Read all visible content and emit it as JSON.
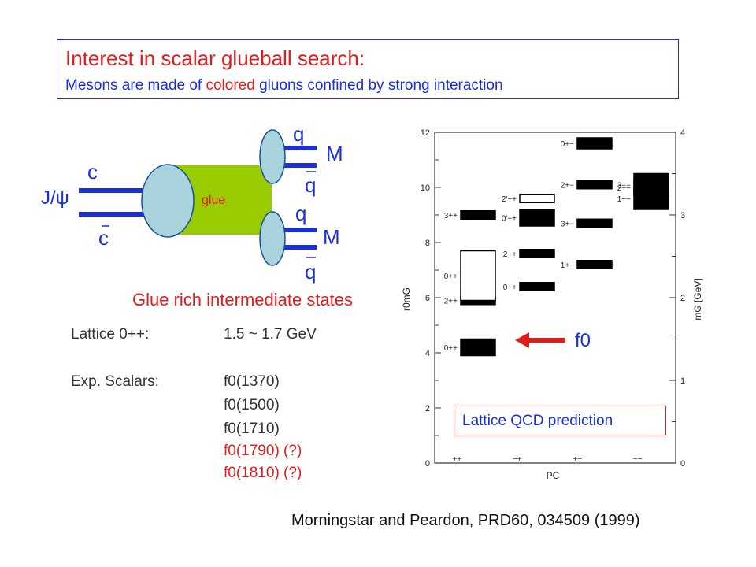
{
  "title": "Interest in scalar glueball search:",
  "subtitle_pre": "Mesons are made of ",
  "subtitle_red": "colored",
  "subtitle_post": " gluons confined by strong interaction",
  "diagram": {
    "jpsi": "J/ψ",
    "c": "c",
    "cbar": "c",
    "glue": "glue",
    "q": "q",
    "qbar": "q",
    "M": "M",
    "caption": "Glue rich intermediate states"
  },
  "lattice": {
    "label": "Lattice 0++:",
    "value": "1.5 ~ 1.7 GeV"
  },
  "scalars": {
    "label": "Exp. Scalars:",
    "items": [
      "f0(1370)",
      "f0(1500)",
      "f0(1710)",
      "f0(1790) (?)",
      "f0(1810) (?)"
    ],
    "highlight_color": "#e31b1b"
  },
  "chart_data": {
    "type": "level-spectrum",
    "ylabel_left": "r0mG",
    "ylabel_right": "mG [GeV]",
    "xlabel": "PC",
    "ylim_left": [
      0,
      12
    ],
    "ylim_right": [
      0,
      4
    ],
    "left_ticks": [
      "0",
      "2",
      "4",
      "6",
      "8",
      "10",
      "12"
    ],
    "right_ticks": [
      "0",
      "1",
      "2",
      "3",
      "4"
    ],
    "columns": [
      "++",
      "−+",
      "+−",
      "−−"
    ],
    "levels": [
      {
        "col": 0,
        "label": "0++",
        "value": 4.2,
        "err": 0.3,
        "filled": true
      },
      {
        "col": 0,
        "label": "2++",
        "value": 5.9,
        "err": 0.15,
        "filled": true
      },
      {
        "col": 0,
        "label": "0++",
        "value": 6.8,
        "err": 0.9,
        "filled": false
      },
      {
        "col": 0,
        "label": "3++",
        "value": 9.0,
        "err": 0.15,
        "filled": true
      },
      {
        "col": 1,
        "label": "0−+",
        "value": 6.4,
        "err": 0.15,
        "filled": true
      },
      {
        "col": 1,
        "label": "2−+",
        "value": 7.6,
        "err": 0.15,
        "filled": true
      },
      {
        "col": 1,
        "label": "0'−+",
        "value": 8.9,
        "err": 0.3,
        "filled": true
      },
      {
        "col": 1,
        "label": "2'−+",
        "value": 9.6,
        "err": 0.15,
        "filled": false
      },
      {
        "col": 2,
        "label": "1+−",
        "value": 7.2,
        "err": 0.15,
        "filled": true
      },
      {
        "col": 2,
        "label": "3+−",
        "value": 8.7,
        "err": 0.15,
        "filled": true
      },
      {
        "col": 2,
        "label": "2+−",
        "value": 10.1,
        "err": 0.15,
        "filled": true
      },
      {
        "col": 2,
        "label": "0+−",
        "value": 11.6,
        "err": 0.2,
        "filled": true
      },
      {
        "col": 3,
        "label": "1−−",
        "value": 9.6,
        "err": 0.4,
        "filled": true
      },
      {
        "col": 3,
        "label": "2−−",
        "value": 10.0,
        "err": 0.3,
        "filled": true
      },
      {
        "col": 3,
        "label": "3−−",
        "value": 10.1,
        "err": 0.4,
        "filled": true
      }
    ]
  },
  "lattice_qcd": "Lattice QCD prediction",
  "f0_label": "f0",
  "citation": "Morningstar and Peardon, PRD60, 034509 (1999)",
  "colors": {
    "blue": "#1a2fd8",
    "red": "#e31b1b",
    "green": "#99cc00",
    "oval": "#a9d4de"
  }
}
